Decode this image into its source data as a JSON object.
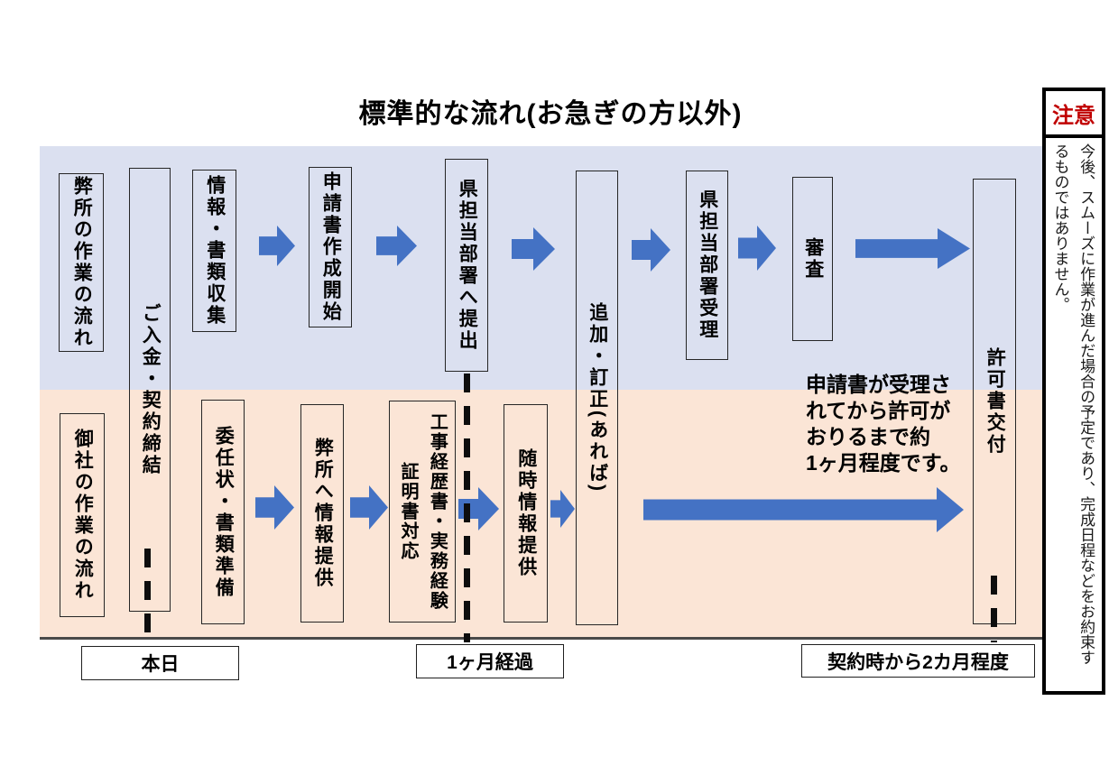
{
  "title": "標準的な流れ(お急ぎの方以外)",
  "colors": {
    "band_top": "#dbe0f0",
    "band_bottom": "#fbe5d6",
    "arrow_blue": "#4472c4",
    "note_red": "#c00000"
  },
  "lanes": {
    "office": "弊所の作業の流れ",
    "client": "御社の作業の流れ"
  },
  "steps": {
    "payment": "ご入金・契約締結",
    "collect": "情報・書類収集",
    "draft": "申請書作成開始",
    "submit": "県担当部署へ提出",
    "revise": "追加・訂正(あれば)",
    "accept": "県担当部署受理",
    "review": "審査",
    "license": "許可書交付",
    "poa": "委任状・書類準備",
    "provide": "弊所へ情報提供",
    "history": "工事経歴書・実務経験\n証明書対応",
    "updates": "随時情報提供"
  },
  "annotation": "申請書が受理さ\nれてから許可が\nおりるまで約\n1ヶ月程度です。",
  "timeline": {
    "today": "本日",
    "one_month": "1ヶ月経過",
    "two_months": "契約時から2カ月程度"
  },
  "note": {
    "label": "注意",
    "body": "今後、スムーズに作業が進んだ場合の予定であり、完成日程などをお約束す\nるものではありません。"
  }
}
